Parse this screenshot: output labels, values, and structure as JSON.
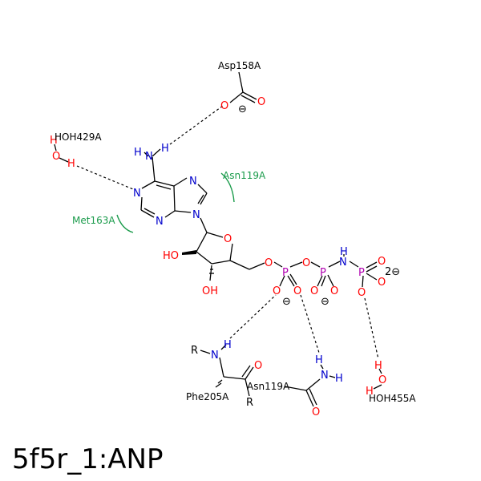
{
  "title": "5f5r_1:ANP",
  "colors": {
    "bond": "#000000",
    "O": "#ff0000",
    "N": "#0000cc",
    "P": "#b000b0",
    "contact": "#1a9b4b"
  },
  "residues": {
    "asp158": "Asp158A",
    "hoh429": "HOH429A",
    "asn119_contact": "Asn119A",
    "met163": "Met163A",
    "phe205": "Phe205A",
    "asn119_hbond": "Asn119A",
    "hoh455": "HOH455A"
  },
  "atoms": {
    "O": "O",
    "N": "N",
    "H": "H",
    "P": "P",
    "R": "R",
    "HO": "HO",
    "OH": "OH",
    "charge": "⊖",
    "charge2": "2⊖"
  }
}
